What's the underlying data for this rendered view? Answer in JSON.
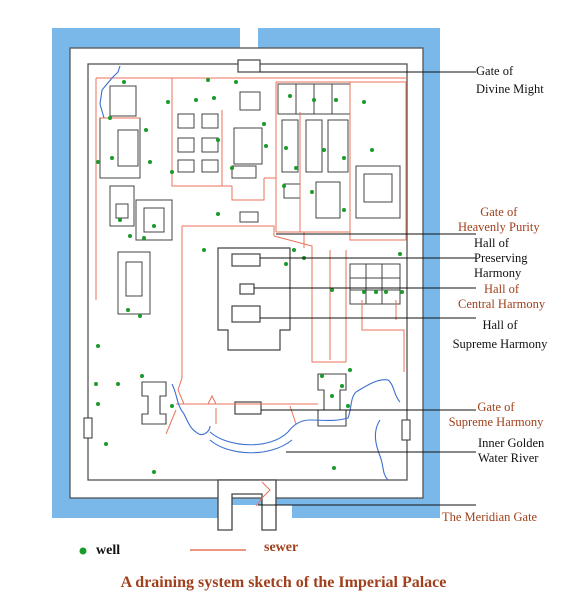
{
  "title": "A draining system sketch of the Imperial Palace",
  "legend": {
    "well_label": "well",
    "sewer_label": "sewer",
    "well_color": "#1a9a2a",
    "sewer_color": "#e8735a"
  },
  "labels": {
    "gate_divine_might_1": "Gate of",
    "gate_divine_might_2": "Divine Might",
    "gate_heavenly_purity_1": "Gate of",
    "gate_heavenly_purity_2": "Heavenly Purity",
    "hall_preserving_1": "Hall of",
    "hall_preserving_2": "Preserving",
    "hall_preserving_3": "Harmony",
    "hall_central_1": "Hall of",
    "hall_central_2": "Central Harmony",
    "hall_supreme_1": "Hall of",
    "hall_supreme_2": "Supreme Harmony",
    "gate_supreme_1": "Gate of",
    "gate_supreme_2": "Supreme Harmony",
    "inner_river_1": "Inner Golden",
    "inner_river_2": "Water River",
    "meridian_gate": "The Meridian Gate"
  },
  "colors": {
    "moat": "#7bb8ea",
    "wall": "#555555",
    "building": "#444444",
    "river": "#3b6fd0",
    "label_red": "#a0401c"
  }
}
